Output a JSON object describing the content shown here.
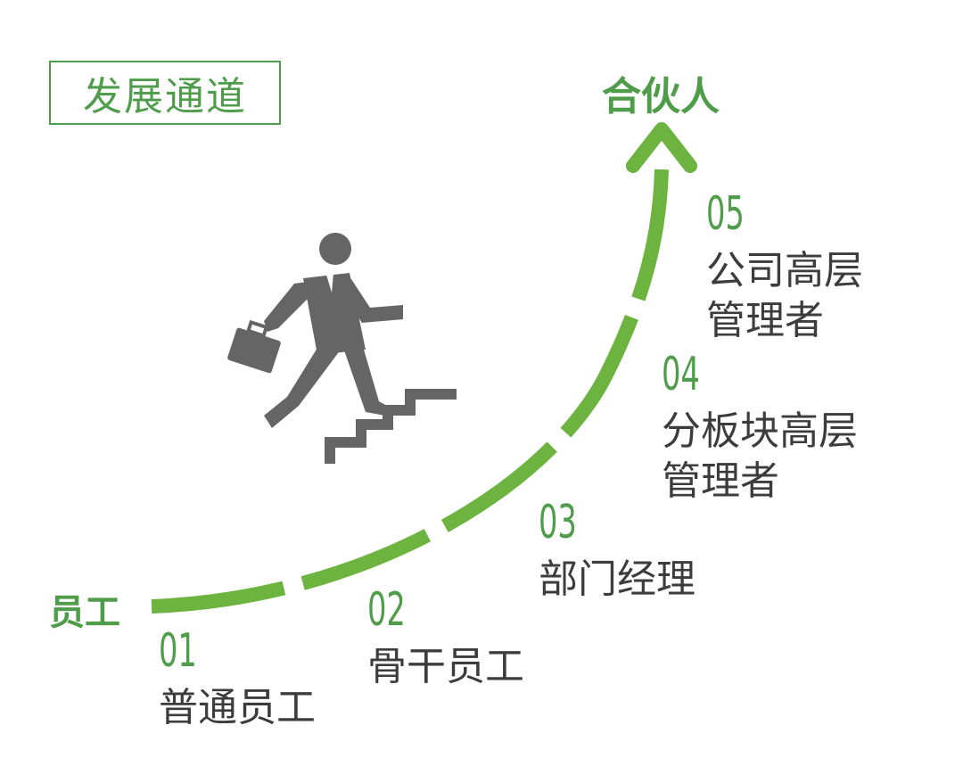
{
  "title": "发展通道",
  "start_label": "员工",
  "end_label": "合伙人",
  "stages": [
    {
      "num": "01",
      "name": "普通员工"
    },
    {
      "num": "02",
      "name": "骨干员工"
    },
    {
      "num": "03",
      "name": "部门经理"
    },
    {
      "num": "04",
      "name": "分板块高层\n管理者"
    },
    {
      "num": "05",
      "name": "公司高层\n管理者"
    }
  ],
  "colors": {
    "accent": "#6db33f",
    "text_green": "#4f9d4a",
    "figure": "#656565",
    "text": "#3c3c3c"
  },
  "icons": [
    "businessman-climbing-stairs-icon",
    "arrow-up-icon"
  ]
}
